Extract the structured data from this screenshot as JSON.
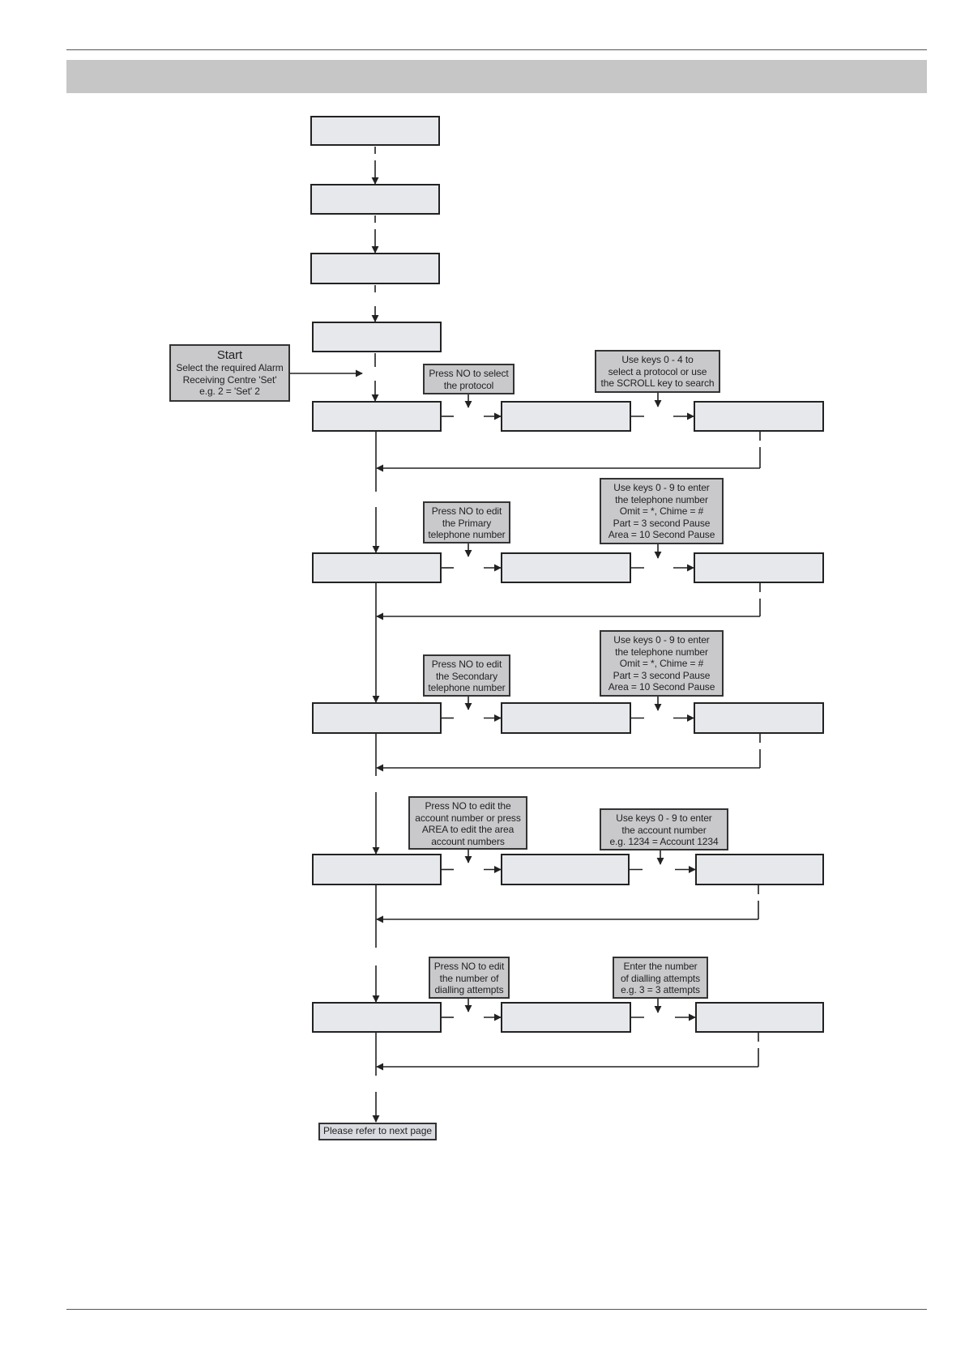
{
  "colors": {
    "display_fill": "#e6e8ec",
    "note_fill": "#c9c9cc",
    "banner": "#c6c6c6",
    "stroke": "#222222"
  },
  "notes": {
    "start": {
      "title": "Start",
      "lines": [
        "Select the required Alarm",
        "Receiving Centre 'Set'",
        "e.g. 2 = 'Set' 2"
      ]
    },
    "protocol_no": [
      "Press NO to select",
      "the  protocol"
    ],
    "protocol_keys": [
      "Use keys 0 - 4 to",
      "select a protocol or use",
      "the SCROLL key to search"
    ],
    "primary_no": [
      "Press NO to edit",
      "the  Primary",
      "telephone number"
    ],
    "primary_keys": [
      "Use keys 0 - 9 to enter",
      "the telephone number",
      "Omit = *, Chime = #",
      "Part = 3 second Pause",
      "Area = 10 Second Pause"
    ],
    "secondary_no": [
      "Press NO to edit",
      "the  Secondary",
      "telephone number"
    ],
    "secondary_keys": [
      "Use keys 0 - 9 to enter",
      "the telephone number",
      "Omit = *, Chime = #",
      "Part = 3 second Pause",
      "Area = 10 Second Pause"
    ],
    "account_no": [
      "Press NO to edit the",
      "account number or press",
      "AREA to edit the area",
      "account numbers"
    ],
    "account_keys": [
      "Use keys 0 - 9 to enter",
      "the account number",
      "e.g. 1234 = Account 1234"
    ],
    "attempts_no": [
      "Press NO to edit",
      "the number of",
      "dialling attempts"
    ],
    "attempts_keys": [
      "Enter the number",
      "of dialling attempts",
      "e.g. 3 = 3 attempts"
    ]
  },
  "refer_label": "Please refer to next page"
}
